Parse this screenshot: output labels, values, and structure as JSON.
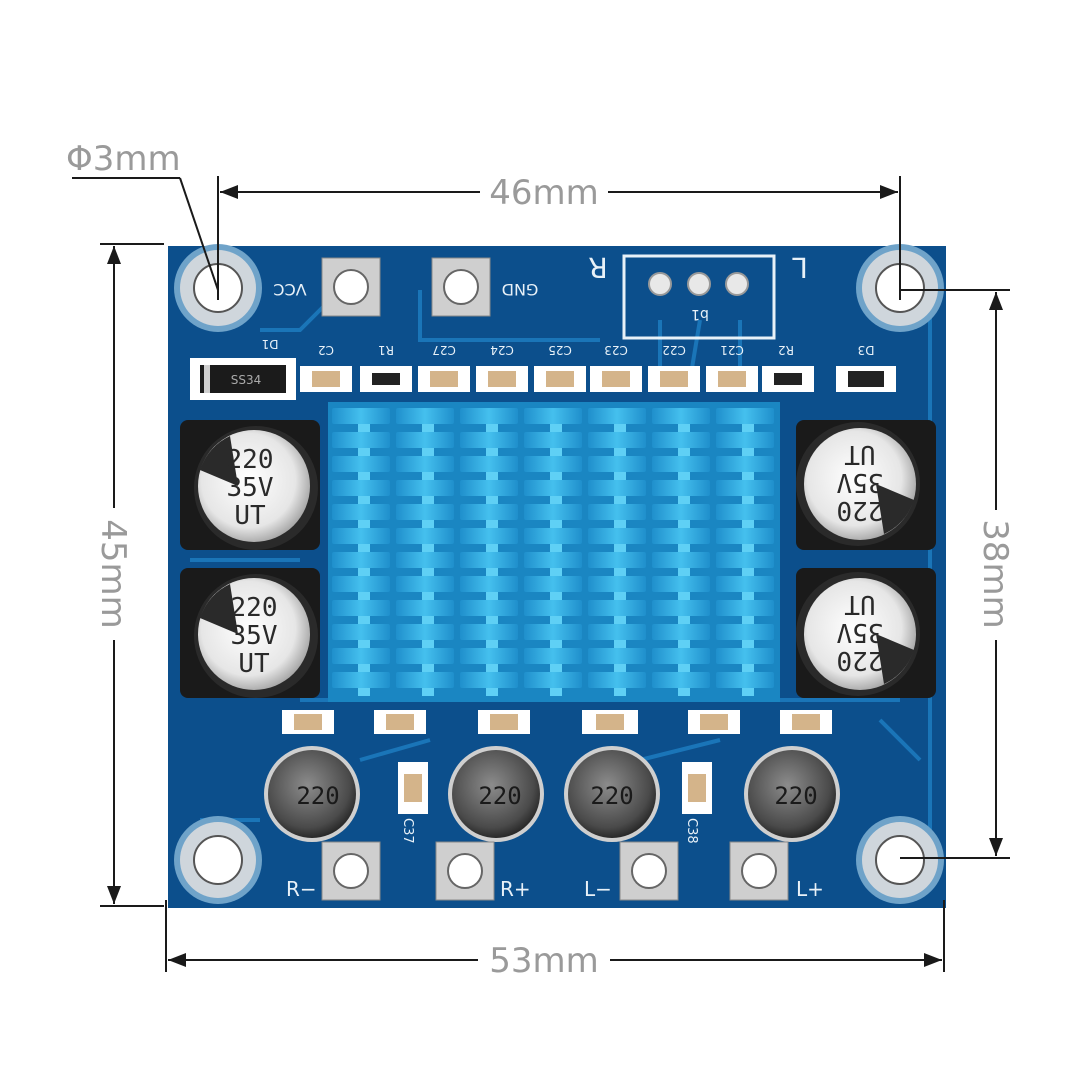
{
  "dimensions": {
    "hole": "Φ3mm",
    "top_width": "46mm",
    "bottom_width": "53mm",
    "left_height": "45mm",
    "right_height": "38mm"
  },
  "board": {
    "color": "#0c4f8c",
    "trace_color": "#1a75b8",
    "silk_color": "#e8f1f8",
    "heatsink_color": "#2ba7de",
    "labels": {
      "vcc": "VCC",
      "gnd": "GND",
      "r": "R",
      "l": "L",
      "d1": "D1",
      "d3": "D3",
      "c2": "C2",
      "r1": "R1",
      "c27": "C27",
      "c24": "C24",
      "c25": "C25",
      "c23": "C23",
      "c22": "C22",
      "c21": "C21",
      "r2": "R2",
      "p1": "b1",
      "c37": "C37",
      "c38": "C38",
      "r_minus": "R−",
      "r_plus": "R+",
      "l_minus": "L−",
      "l_plus": "L+"
    },
    "diode_marking": "SS34",
    "capacitor_lines": [
      "220",
      "35V",
      "UT"
    ],
    "inductor_marking": "220"
  }
}
